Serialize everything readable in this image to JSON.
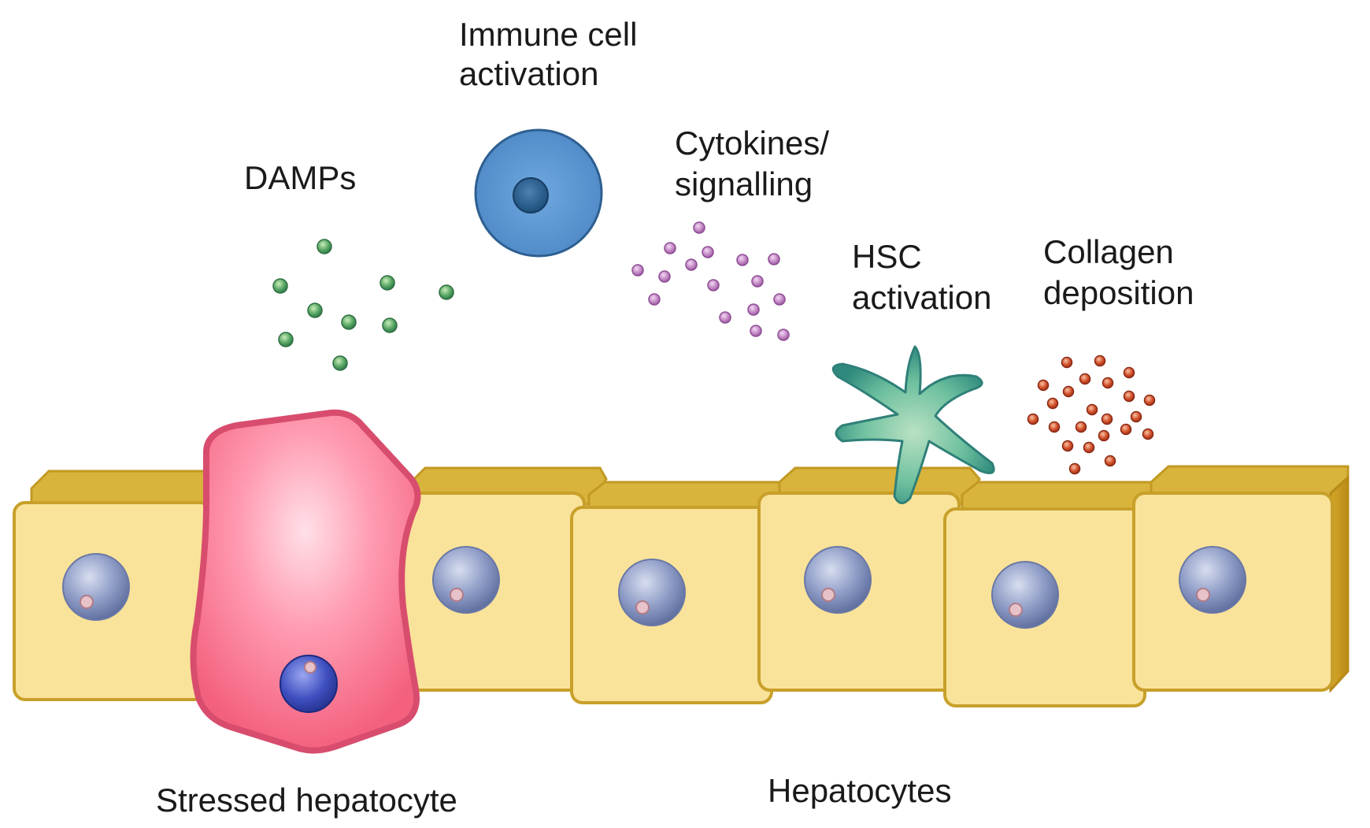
{
  "labels": {
    "immune_line1": "Immune cell",
    "immune_line2": "activation",
    "damps": "DAMPs",
    "cytokines_line1": "Cytokines/",
    "cytokines_line2": "signalling",
    "hsc_line1": "HSC",
    "hsc_line2": "activation",
    "collagen_line1": "Collagen",
    "collagen_line2": "deposition",
    "stressed": "Stressed hepatocyte",
    "hepatocytes": "Hepatocytes"
  },
  "colors": {
    "hepatocyte_fill": "#f9e39a",
    "hepatocyte_top": "#dcb93f",
    "hepatocyte_side": "#c99e26",
    "hepatocyte_stroke": "#c8a02a",
    "stressed_fill": "#ff7f99",
    "stressed_stroke": "#d84d6e",
    "immune_cell": "#5b9bd5",
    "damp_particle": "#5fa060",
    "cytokine_particle": "#c68ac7",
    "collagen_particle": "#c8472a",
    "hsc_cell": "#5fb39a",
    "nucleus": "#7f8fb8"
  }
}
